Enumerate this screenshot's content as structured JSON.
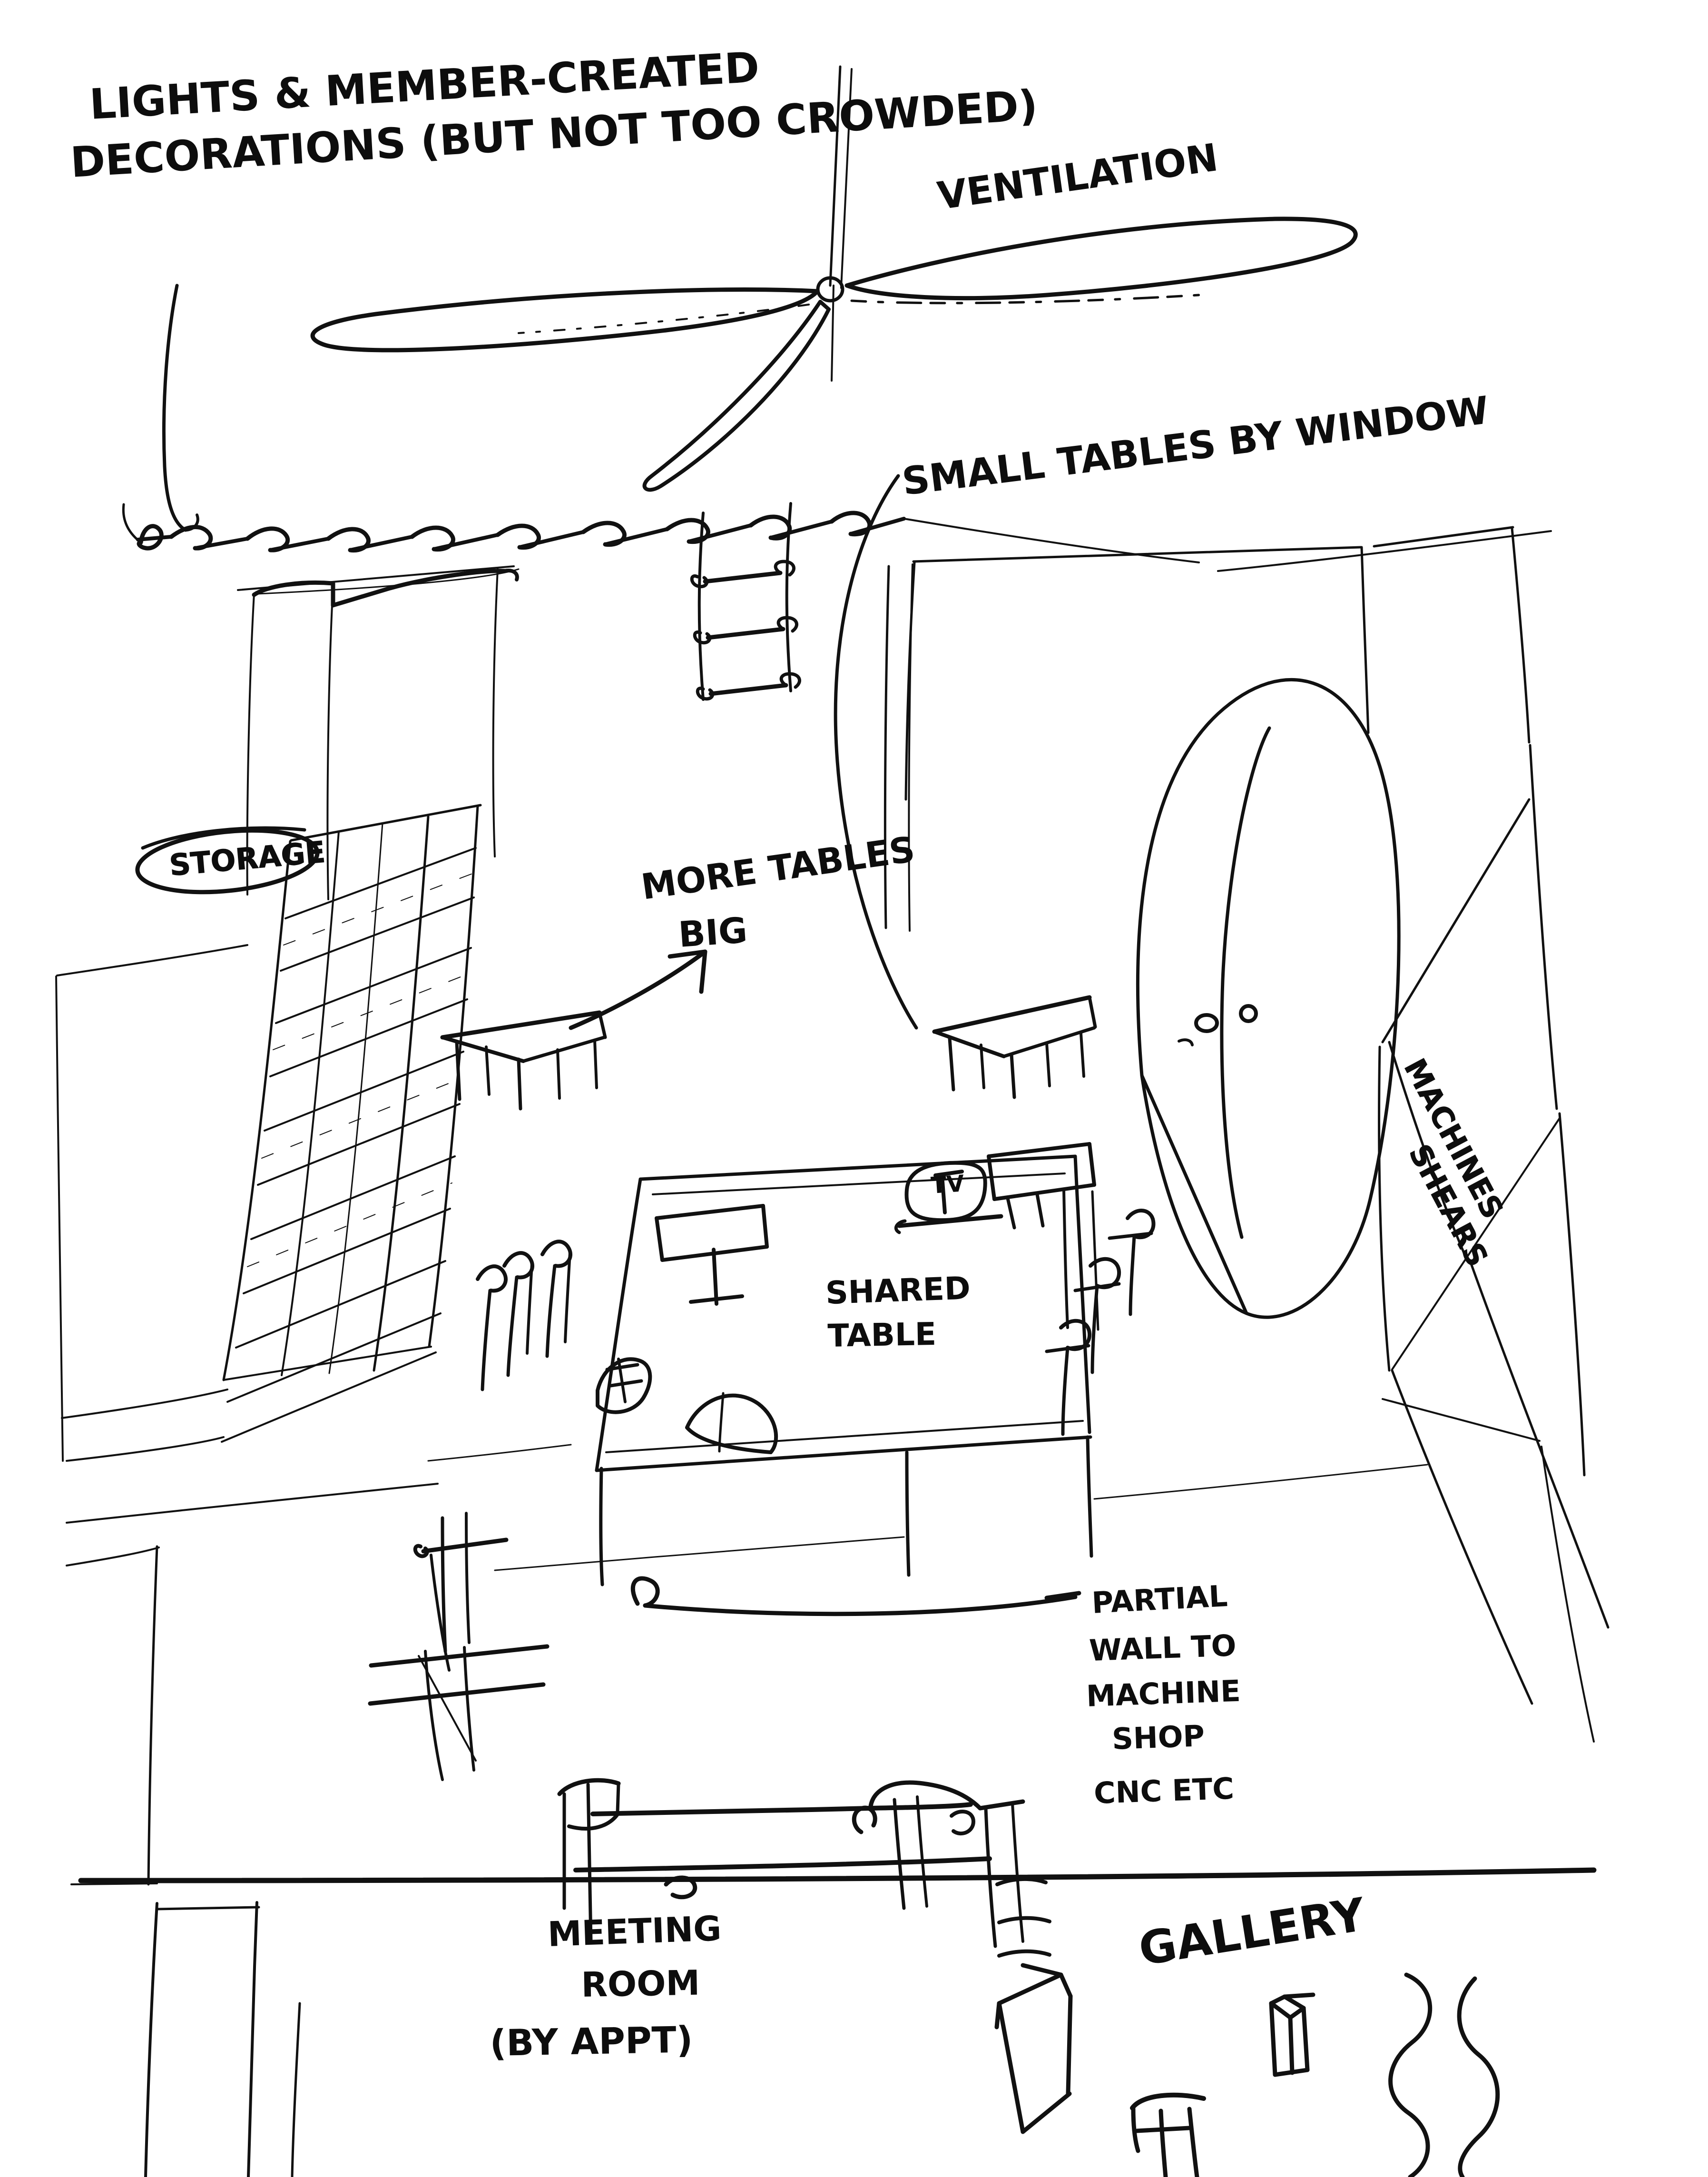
{
  "document": {
    "kind": "hand-drawn perspective sketch",
    "subject": "Makerspace / community workshop interior layout",
    "medium": "black ink on white paper",
    "ink_color": "#111111",
    "paper_color": "#ffffff"
  },
  "annotations": {
    "lights_decorations_line1": "LIGHTS & MEMBER-CREATED",
    "lights_decorations_line2": "DECORATIONS (BUT NOT TOO CROWDED)",
    "ventilation": "VENTILATION",
    "small_tables": "SMALL TABLES BY WINDOW",
    "storage": "STORAGE",
    "more_tables_line1": "MORE TABLES",
    "more_tables_line2": "BIG",
    "shared_table_line1": "SHARED",
    "shared_table_line2": "TABLE",
    "tv": "TV",
    "machine_shop_line1": "MACHINES",
    "machine_shop_line2": "SHEARS",
    "partial_wall_line1": "PARTIAL",
    "partial_wall_line2": "WALL TO",
    "partial_wall_line3": "MACHINE",
    "partial_wall_line4": "SHOP",
    "partial_wall_line5": "CNC  ETC",
    "meeting_room_line1": "MEETING",
    "meeting_room_line2": "ROOM",
    "meeting_room_line3": "(BY APPT)",
    "gallery": "GALLERY"
  },
  "features": [
    {
      "name": "ceiling-fan",
      "label": "VENTILATION",
      "note": "four-blade ceiling fan on downrod"
    },
    {
      "name": "string-lights",
      "label": "LIGHTS & MEMBER-CREATED DECORATIONS (BUT NOT TOO CROWDED)",
      "note": "bunting / pennant string across ceiling"
    },
    {
      "name": "hanging-shelf",
      "label": "",
      "note": "suspended ladder-like rack below lights"
    },
    {
      "name": "window-wall",
      "label": "SMALL TABLES BY WINDOW",
      "note": "hatched glazing along left wall"
    },
    {
      "name": "storage-wall",
      "label": "STORAGE",
      "note": "circled callout at upper-left wall"
    },
    {
      "name": "shared-table",
      "label": "SHARED TABLE",
      "note": "central long worktable with chairs"
    },
    {
      "name": "tv-screen",
      "label": "TV",
      "note": "wall-mounted monitor over shared table"
    },
    {
      "name": "arched-door",
      "label": "",
      "note": "large arched double doorway at right"
    },
    {
      "name": "machine-shop",
      "label": "MACHINES SHEARS",
      "note": "angled text along right wall"
    },
    {
      "name": "partial-wall",
      "label": "PARTIAL WALL TO MACHINE SHOP CNC ETC",
      "note": "leader line to low dividing wall"
    },
    {
      "name": "meeting-room",
      "label": "MEETING ROOM (BY APPT)",
      "note": "foreground room beyond the heavy floor line"
    },
    {
      "name": "gallery",
      "label": "GALLERY",
      "note": "display area with framed art, cube pedestal and sculpture"
    }
  ]
}
